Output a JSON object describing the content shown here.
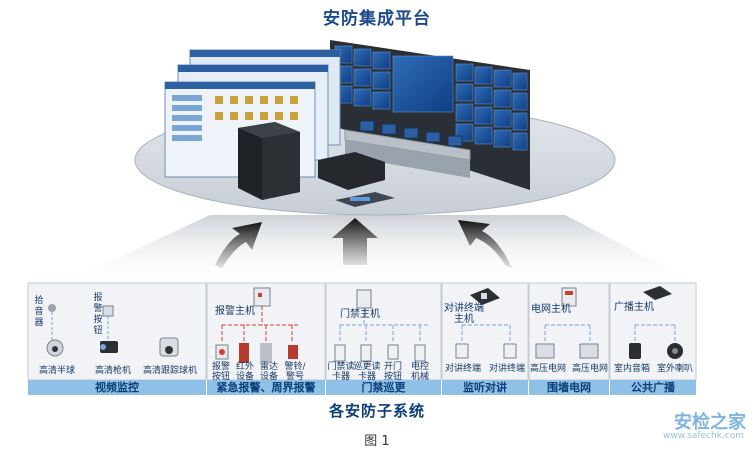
{
  "title": "安防集成平台",
  "subsystems_caption": "各安防子系统",
  "figure_caption": "图 1",
  "watermark": {
    "brand": "安检之家",
    "url": "www.safechk.com"
  },
  "categories": [
    {
      "label": "视频监控"
    },
    {
      "label": "紧急报警、周界报警"
    },
    {
      "label": "门禁巡更"
    },
    {
      "label": "监听对讲"
    },
    {
      "label": "围墙电网"
    },
    {
      "label": "公共广播"
    }
  ],
  "video": {
    "pickup_label": "拾音器",
    "alarm_button_label": "报警按钮",
    "devices": [
      "高清半球",
      "高清枪机",
      "高清跟踪球机"
    ]
  },
  "alarm": {
    "host": "报警主机",
    "devices": [
      "报警按钮",
      "红外设备",
      "雷达设备",
      "警铃/警号"
    ]
  },
  "access": {
    "host": "门禁主机",
    "devices": [
      "门禁读卡器",
      "巡更读卡器",
      "开门按钮",
      "电控机械锁"
    ]
  },
  "intercom": {
    "host": "对讲终端主机",
    "devices": [
      "对讲终端",
      "对讲终端"
    ]
  },
  "fence": {
    "host": "电网主机",
    "devices": [
      "高压电网",
      "高压电网"
    ]
  },
  "broadcast": {
    "host": "广播主机",
    "devices": [
      "室内音箱",
      "室外喇叭"
    ]
  },
  "colors": {
    "accent": "#1c4a8c",
    "bar": "#8fc0e6",
    "alarm_link": "#d23c32",
    "arrow": "#1c1c1c"
  }
}
